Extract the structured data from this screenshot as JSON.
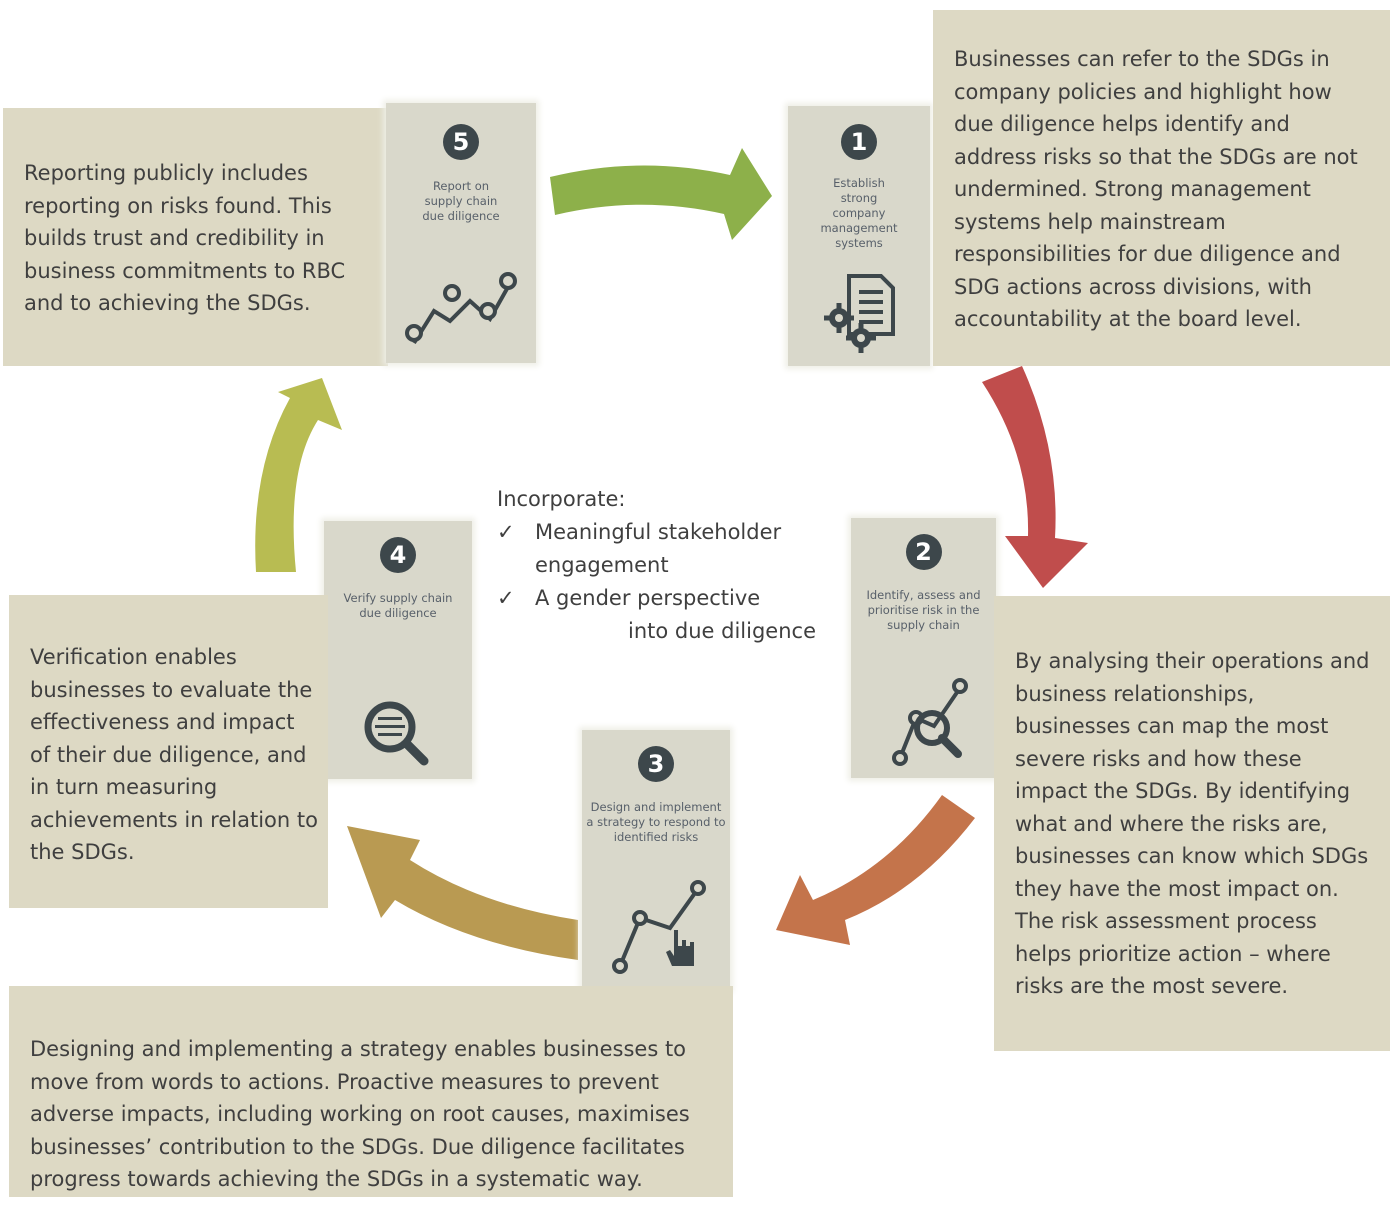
{
  "steps": [
    {
      "number": "1",
      "label": "Establish strong company management systems",
      "icon": "document-gears-icon",
      "description": "Businesses can refer to the SDGs in company policies and highlight how due diligence helps identify and address risks so that the SDGs are not undermined. Strong management systems help mainstream responsibilities for due diligence and SDG actions across divisions, with accountability at the board level."
    },
    {
      "number": "2",
      "label": "Identify, assess and prioritise risk in the supply chain",
      "icon": "magnifier-graph-icon",
      "description": "By analysing their operations and business relationships, businesses can map the most severe risks and how these impact the SDGs.  By identifying what and where the risks are, businesses can know which SDGs they have the most impact on. The risk assessment process helps prioritize action – where risks are the most severe."
    },
    {
      "number": "3",
      "label": "Design and implement a strategy to respond to identified risks",
      "icon": "graph-hand-pointer-icon",
      "description": "Designing and implementing a strategy enables businesses to move from words to actions. Proactive measures to prevent adverse impacts, including working on root causes, maximises businesses’ contribution to the SDGs. Due diligence facilitates progress towards achieving the SDGs in a systematic way."
    },
    {
      "number": "4",
      "label": "Verify supply chain due diligence",
      "icon": "magnifier-binary-icon",
      "description": "Verification enables businesses to evaluate the effectiveness and impact of their due diligence, and in turn measuring achievements in relation to the SDGs."
    },
    {
      "number": "5",
      "label": "Report on supply chain due diligence",
      "icon": "location-path-icon",
      "description": "Reporting publicly includes reporting on risks found. This builds trust and credibility in business commitments to RBC and to achieving the SDGs."
    }
  ],
  "center": {
    "heading": "Incorporate:",
    "check_symbol": "✓",
    "items": [
      "Meaningful stakeholder engagement",
      "A gender perspective"
    ],
    "suffix": "into due diligence"
  },
  "colors": {
    "text_box": "#ddd9c4",
    "card": "#d9d8cb",
    "icon_dark": "#3d474b",
    "arrow_5_to_1": "#8db04a",
    "arrow_1_to_2": "#c04d4c",
    "arrow_2_to_3": "#c4744b",
    "arrow_3_to_4": "#b99a52",
    "arrow_4_to_5": "#b8bc52"
  }
}
